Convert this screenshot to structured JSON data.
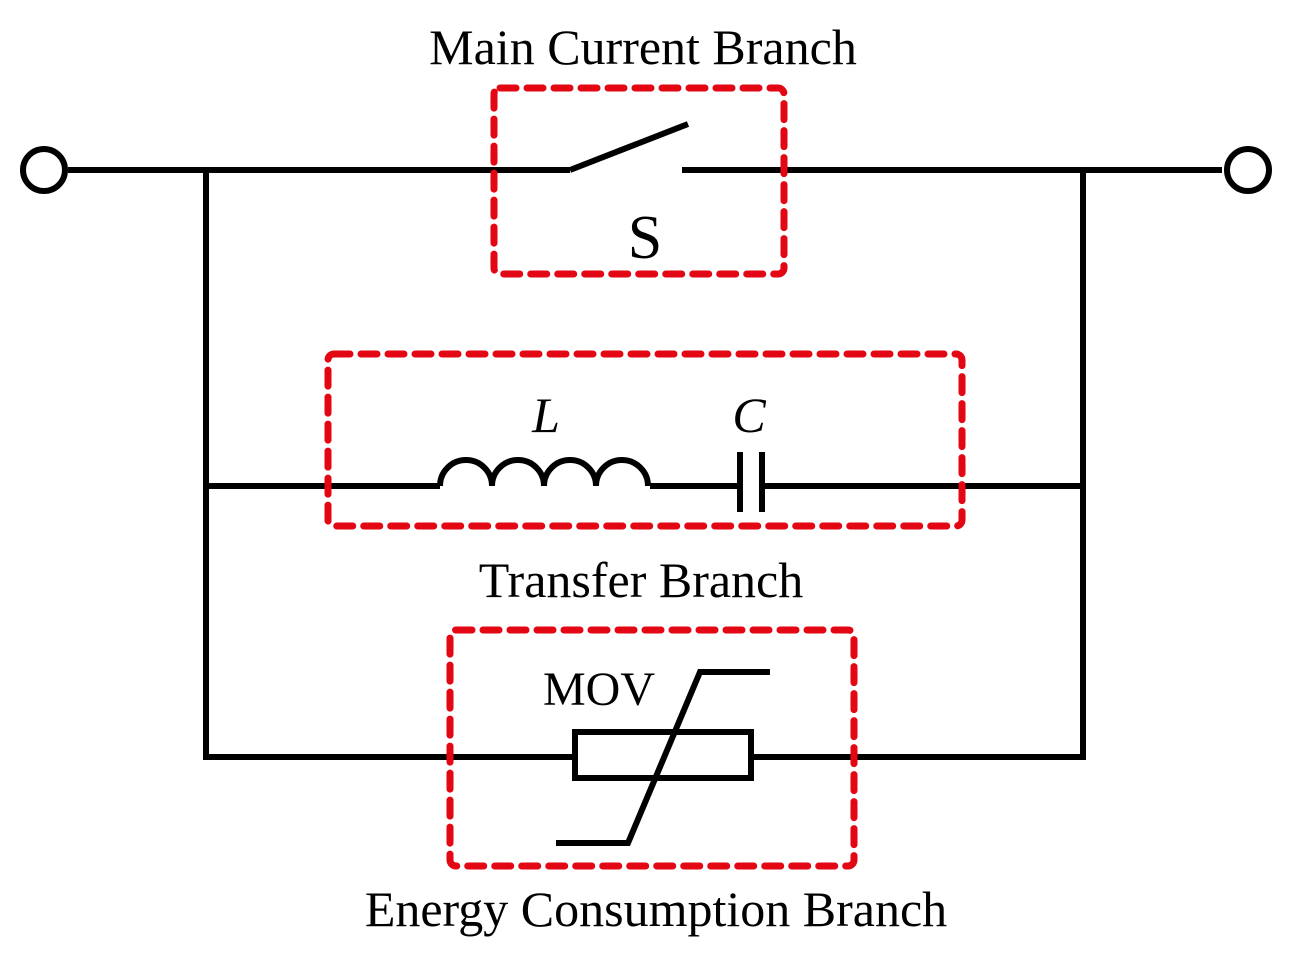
{
  "labels": {
    "main_branch": "Main Current Branch",
    "switch": "S",
    "inductor": "L",
    "capacitor": "C",
    "transfer_branch": "Transfer Branch",
    "mov": "MOV",
    "energy_branch": "Energy Consumption Branch"
  },
  "colors": {
    "wire": "#000000",
    "branch_outline": "#e30613",
    "background": "#ffffff"
  }
}
